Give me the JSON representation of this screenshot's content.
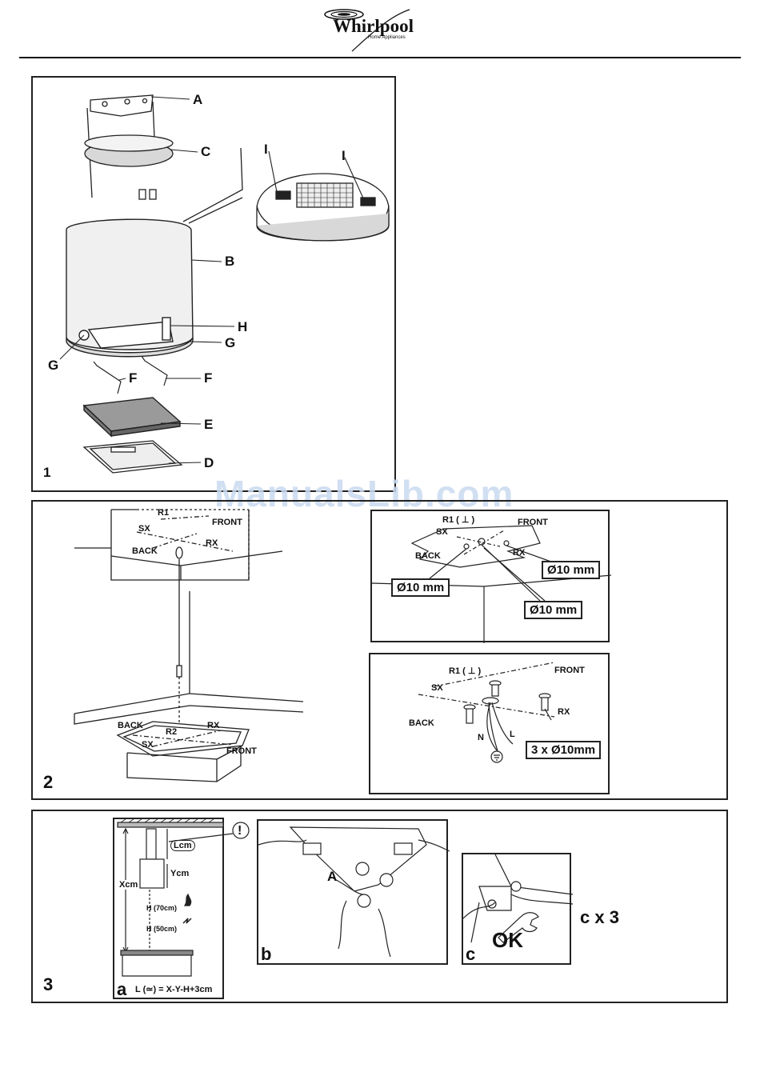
{
  "brand": {
    "name": "Whirlpool",
    "tagline": "Home Appliances"
  },
  "watermark": "ManualsLib.com",
  "fig1": {
    "step": "1",
    "labels": {
      "A": "A",
      "B": "B",
      "C": "C",
      "D": "D",
      "E": "E",
      "F1": "F",
      "F2": "F",
      "G1": "G",
      "G2": "G",
      "H": "H",
      "I1": "I",
      "I2": "I"
    }
  },
  "fig2": {
    "step": "2",
    "main": {
      "r1": "R1",
      "front": "FRONT",
      "sx": "SX",
      "rx": "RX",
      "back": "BACK",
      "back2": "BACK",
      "r2": "R2",
      "rx2": "RX",
      "sx2": "SX",
      "front2": "FRONT"
    },
    "top": {
      "r1": "R1 ( ⊥ )",
      "front": "FRONT",
      "sx": "SX",
      "rx": "RX",
      "back": "BACK",
      "hole1": "Ø10 mm",
      "hole2": "Ø10 mm",
      "hole3": "Ø10 mm"
    },
    "bottom": {
      "r1": "R1 ( ⊥ )",
      "front": "FRONT",
      "sx": "SX",
      "rx": "RX",
      "back": "BACK",
      "n": "N",
      "l": "L",
      "screws": "3 x Ø10mm"
    }
  },
  "fig3": {
    "step": "3",
    "a": {
      "letter": "a",
      "lcm": "Lcm",
      "ycm": "Ycm",
      "xcm": "Xcm",
      "h70": "H (70cm)",
      "h50": "H (50cm)",
      "formula": "L (≃) = X-Y-H+3cm",
      "warn": "!"
    },
    "b": {
      "letter": "b",
      "a": "A"
    },
    "c": {
      "letter": "c",
      "ok": "OK",
      "times": "c x 3"
    }
  }
}
